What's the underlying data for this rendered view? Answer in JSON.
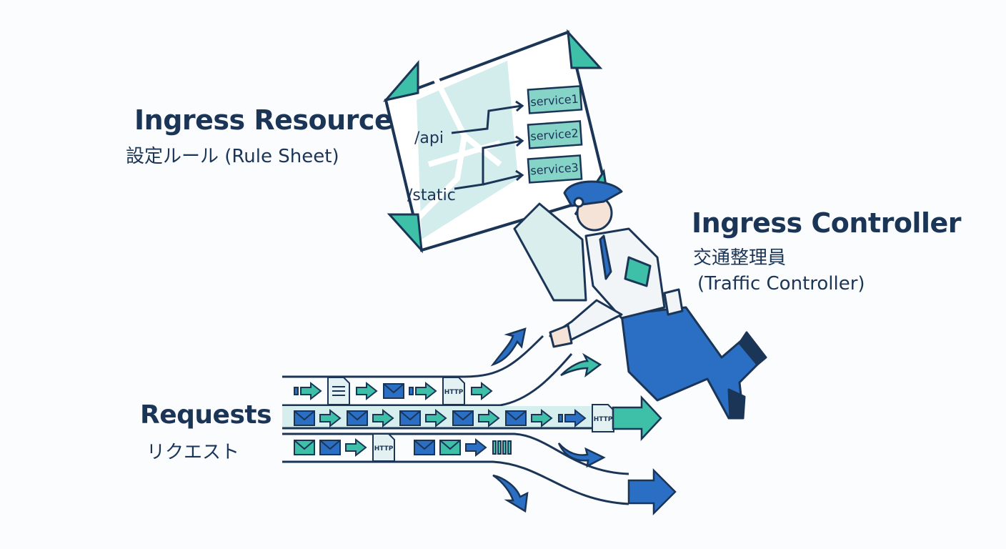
{
  "resource": {
    "title": "Ingress Resource",
    "subtitle": "設定ルール (Rule Sheet)"
  },
  "controller": {
    "title": "Ingress Controller",
    "subtitle_jp": "交通整理員",
    "subtitle_en": "(Traffic Controller)"
  },
  "requests": {
    "title": "Requests",
    "subtitle": "リクエスト"
  },
  "rule_sheet": {
    "paths": [
      "/api",
      "/static"
    ],
    "services": [
      "service1",
      "service2",
      "service3"
    ]
  },
  "packet_label": "HTTP",
  "lanes": [
    [
      "bar-arrow",
      "doc",
      "arrow",
      "mail",
      "bar-arrow",
      "http",
      "arrow"
    ],
    [
      "mail",
      "arrow",
      "mail",
      "arrow",
      "mail",
      "arrow",
      "mail",
      "arrow",
      "mail",
      "arrow",
      "bar-arrow",
      "http"
    ],
    [
      "mail",
      "mail",
      "arrow",
      "http",
      "gap",
      "mail",
      "mail",
      "arrow",
      "bars"
    ]
  ],
  "colors": {
    "navy": "#1b3557",
    "teal": "#3dbfa8",
    "blue": "#2a6fc4",
    "sheet": "#d3ecec",
    "service": "#86d3c8"
  }
}
